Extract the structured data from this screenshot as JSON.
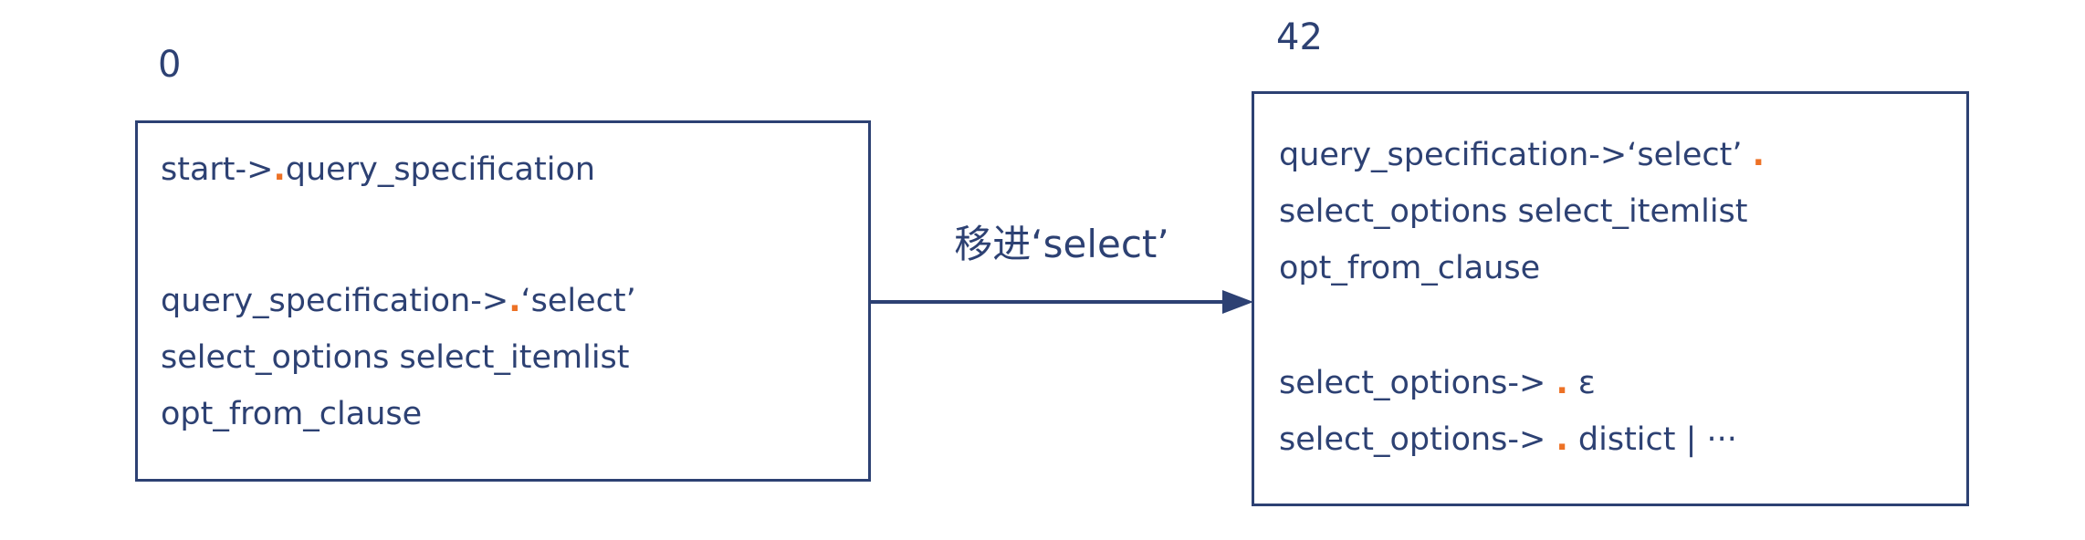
{
  "colors": {
    "ink": "#2D4173",
    "accent": "#ED7125",
    "background": "#FFFFFF"
  },
  "left_state": {
    "label": "0",
    "kernel_item": {
      "pre": "start->",
      "dot": ".",
      "post": "query_specification"
    },
    "closure_item_line1": {
      "pre": "query_specification->",
      "dot": ".",
      "post": "‘select’"
    },
    "closure_item_line2": "select_options select_itemlist",
    "closure_item_line3": "opt_from_clause"
  },
  "transition": {
    "label": "移进‘select’"
  },
  "right_state": {
    "label": "42",
    "kernel_item_line1": {
      "pre": "query_specification->‘select’ ",
      "dot": "."
    },
    "kernel_item_line2": "select_options select_itemlist",
    "kernel_item_line3": "opt_from_clause",
    "closure_item1": {
      "pre": "select_options-> ",
      "dot": ".",
      "post": " ε"
    },
    "closure_item2": {
      "pre": "select_options-> ",
      "dot": ".",
      "post": " distict | ···"
    }
  }
}
